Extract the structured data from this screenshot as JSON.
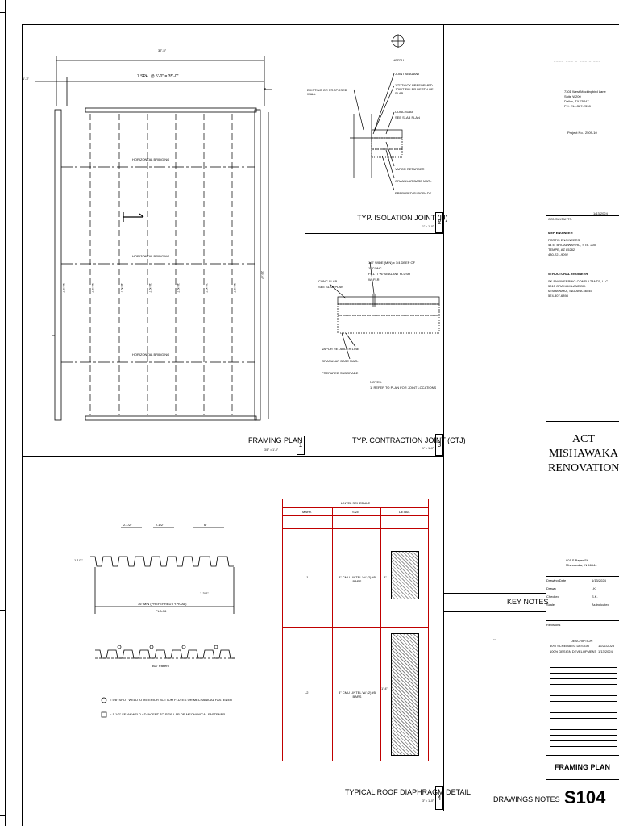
{
  "views": {
    "framing_plan": {
      "title": "FRAMING PLAN",
      "number": "1",
      "scale": "3/8\" = 1'-0\"",
      "dim_overall": "37'-5\"",
      "dim_spacing": "7 SPA. @ 5'-0\" = 35'-0\"",
      "dim_left": "1'-3\"",
      "dim_right_top": "8\"",
      "dim_height": "29'-0\"",
      "bridging": [
        "HORIZONTAL BRIDGING",
        "HORIZONTAL BRIDGING",
        "HORIZONTAL BRIDGING"
      ],
      "joist_label": "18 K 7"
    },
    "isolation_joint": {
      "title": "TYP. ISOLATION JOINT (IJ)",
      "number": "2",
      "scale": "1\" = 1'-0\"",
      "north": "NORTH",
      "notes": [
        "JOINT SEALANT",
        "1/2\" THICK PREFORMED JOINT FILLER DEPTH OF SLAB",
        "CONC SLAB",
        "SEE SLAB PLAN",
        "VAPOR RETARDER",
        "GRANULAR BASE MATL",
        "PREPARED SUBGRADE"
      ],
      "wall_note": "EXISTING OR PROPOSED WALL"
    },
    "contraction_joint": {
      "title": "TYP. CONTRACTION JOINT (CTJ)",
      "number": "3",
      "scale": "1\" = 1'-0\"",
      "notes_top": [
        "1/8\" WIDE (MIN) x 1/4 DEEP OF",
        "1\" CONC",
        "FILL IT W/ SEALANT FLUSH",
        "W/ FLR"
      ],
      "notes_left": [
        "CONC SLAB",
        "SEE SLAB PLAN"
      ],
      "notes_bottom": [
        "VAPOR RETARDER LINE",
        "GRANULAR BASE MATL",
        "PREPARED SUBGRADE"
      ],
      "note_heading": "NOTES:",
      "note_1": "1. REFER TO PLAN FOR JOINT LOCATIONS"
    },
    "roof_diaphragm": {
      "title": "TYPICAL ROOF DIAPHRAGM DETAIL",
      "number": "4",
      "scale": "3\" = 1'-0\"",
      "dims": [
        "2-1/2\"",
        "2-1/2\"",
        "6\""
      ],
      "depth": "1-1/2\"",
      "lap": "1-3/4\"",
      "width_note": "36\" MIN (PREFERRED TYPICAL)",
      "deck_note": "PLB-36",
      "weld_label": "36/7 Pattern",
      "legend_1": "= 5/8\" SPOT WELD AT INTERIOR BOTTOM FLUTES OR MECHANICAL FASTENER",
      "legend_2": "= 1-1/2\" SEAM WELD ADJACENT TO SIDE LAP OR MECHANICAL FASTENER"
    },
    "lintel_schedule": {
      "title": "LINTEL SCHEDULE",
      "headers": [
        "MARK",
        "SIZE",
        "DETAIL"
      ],
      "rows": [
        {
          "mark": "L1",
          "size": "8\" CMU LINTEL W/ (2) #5 BARS",
          "dim": "8\""
        },
        {
          "mark": "L2",
          "size": "8\" CMU LINTEL W/ (2) #5 BARS",
          "dim": "1'-4\""
        }
      ]
    }
  },
  "notes_panels": {
    "key_notes": "KEY NOTES",
    "key_notes_body": "---",
    "drawing_notes": "DRAWINGS NOTES"
  },
  "title_block": {
    "firm_logo": "____  ___  _  ___  _ ___",
    "firm_address": [
      "7301 West Mockingbird Lane",
      "Suite W200",
      "Dallas, TX 75247",
      "PH: 214-387-2398"
    ],
    "project_no": "Project No.: 2509-10",
    "date_top": "1/13/2024",
    "consultants": "CONSULTANTS:",
    "mep_title": "MEP ENGINEER",
    "mep_lines": [
      "FORTIS ENGINEERS",
      "44 E. BROADWAY RD, STE. 200,",
      "TEMPE, AZ 85282",
      "480-221-9092"
    ],
    "structural_title": "STRUCTURAL ENGINEER",
    "structural_lines": [
      "SK ENGINEERING CONSULTANTS, LLC",
      "5015 GRAHAM LANE DR.",
      "MISHAWAKA, INDIANA 46545",
      "574-807-6898"
    ],
    "project_name": "ACT MISHAWAKA RENOVATION",
    "project_address": [
      "801 S Bayer St",
      "Mishawaka, IN 46544"
    ],
    "meta": [
      {
        "label": "Drawing Date",
        "value": "1/13/2024"
      },
      {
        "label": "Drawn",
        "value": "I.K."
      },
      {
        "label": "Checked",
        "value": "S.K."
      },
      {
        "label": "Scale",
        "value": "As indicated"
      }
    ],
    "revisions_label": "Revisions",
    "description_header": "DESCRIPTION",
    "revisions": [
      {
        "desc": "50% SCHEMATIC DESIGN",
        "date": "12/21/2023"
      },
      {
        "desc": "100% DESIGN DEVELOPMENT",
        "date": "1/13/2024"
      }
    ],
    "sheet_title": "FRAMING PLAN",
    "sheet_number": "S104"
  },
  "colors": {
    "schedule_red": "#c00000",
    "ink": "#000000"
  }
}
